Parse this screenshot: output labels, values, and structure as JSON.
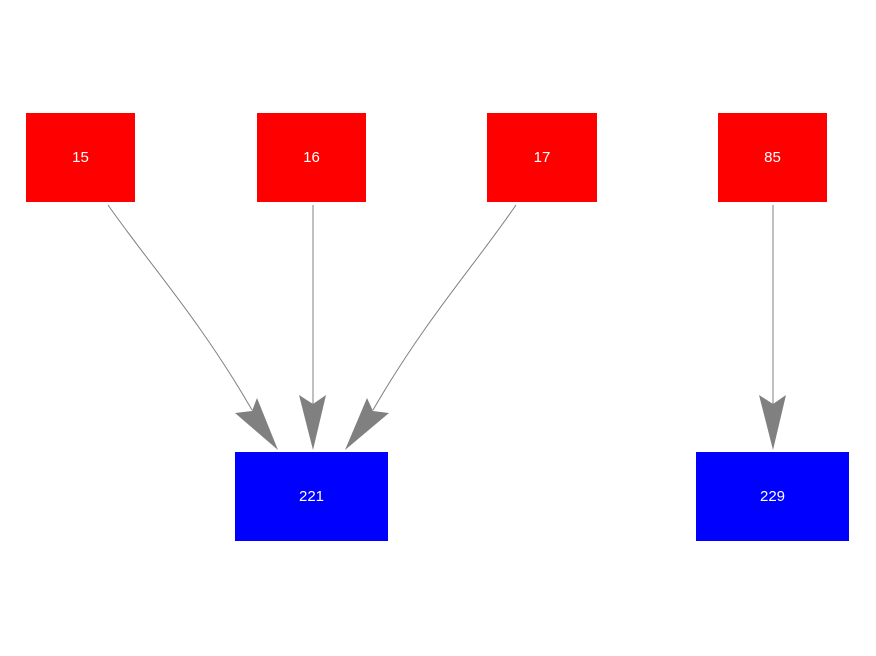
{
  "nodes": {
    "n15": {
      "label": "15",
      "color": "#ff0000"
    },
    "n16": {
      "label": "16",
      "color": "#ff0000"
    },
    "n17": {
      "label": "17",
      "color": "#ff0000"
    },
    "n85": {
      "label": "85",
      "color": "#ff0000"
    },
    "n221": {
      "label": "221",
      "color": "#0000ff"
    },
    "n229": {
      "label": "229",
      "color": "#0000ff"
    }
  },
  "edges": [
    {
      "from": "15",
      "to": "221"
    },
    {
      "from": "16",
      "to": "221"
    },
    {
      "from": "17",
      "to": "221"
    },
    {
      "from": "85",
      "to": "229"
    }
  ],
  "edge_color": "#808080"
}
